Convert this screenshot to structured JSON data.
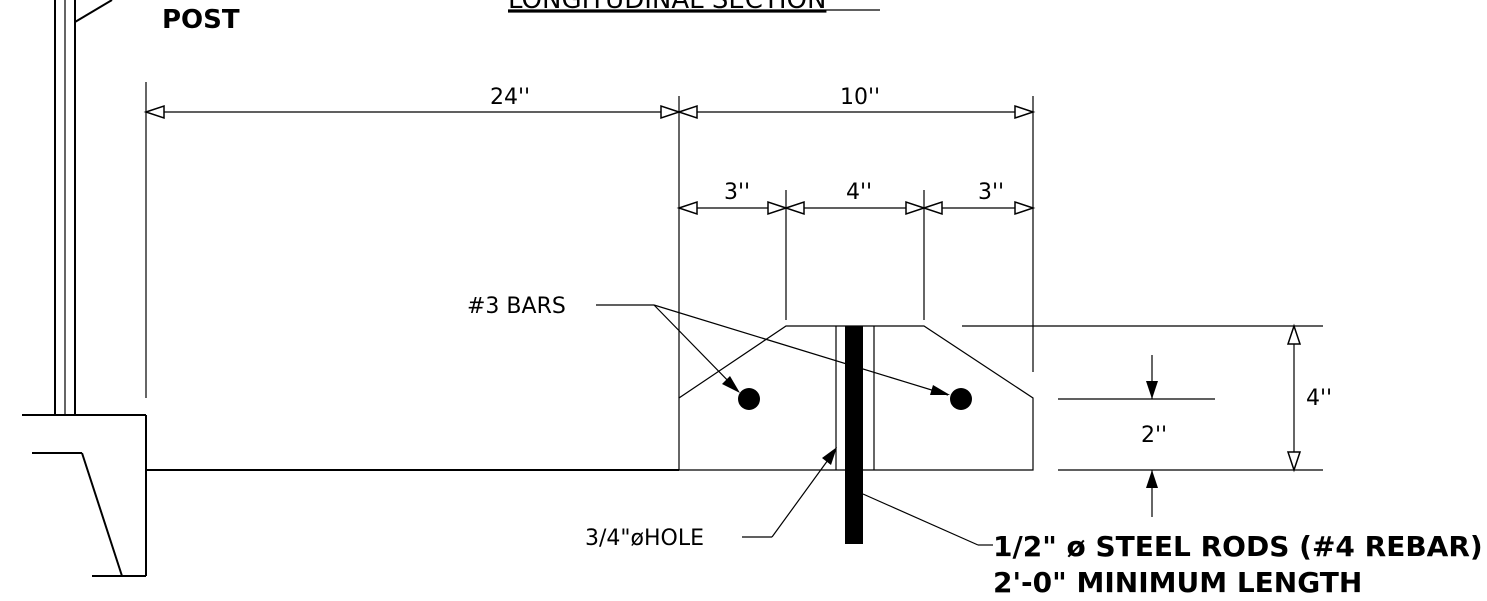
{
  "title": "LONGITUDINAL SECTION",
  "labels": {
    "post": "POST",
    "bars": "#3 BARS",
    "hole": "3/4\"øHOLE",
    "rods_line1": "1/2\" ø STEEL RODS (#4 REBAR)",
    "rods_line2": "2'-0\" MINIMUM LENGTH"
  },
  "dimensions": {
    "d24": "24''",
    "d10": "10''",
    "d3_left": "3''",
    "d4_mid": "4''",
    "d3_right": "3''",
    "d4_height": "4''",
    "d2_height": "2''"
  }
}
